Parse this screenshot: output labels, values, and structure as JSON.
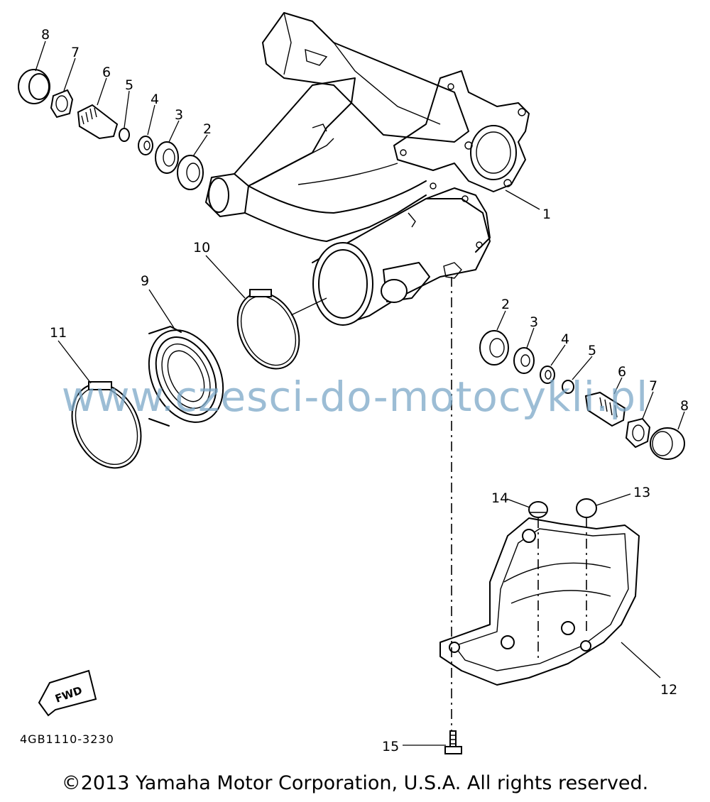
{
  "callouts": {
    "c1": "1",
    "c2a": "2",
    "c3a": "3",
    "c4a": "4",
    "c5a": "5",
    "c6a": "6",
    "c7a": "7",
    "c8a": "8",
    "c2b": "2",
    "c3b": "3",
    "c4b": "4",
    "c5b": "5",
    "c6b": "6",
    "c7b": "7",
    "c8b": "8",
    "c9": "9",
    "c10": "10",
    "c11": "11",
    "c12": "12",
    "c13": "13",
    "c14": "14",
    "c15": "15"
  },
  "fwd_label": "FWD",
  "diagram_code": "4GB1110-3230",
  "watermark": "www.czesci-do-motocykli.pl",
  "copyright": "©2013 Yamaha Motor Corporation, U.S.A. All rights reserved."
}
